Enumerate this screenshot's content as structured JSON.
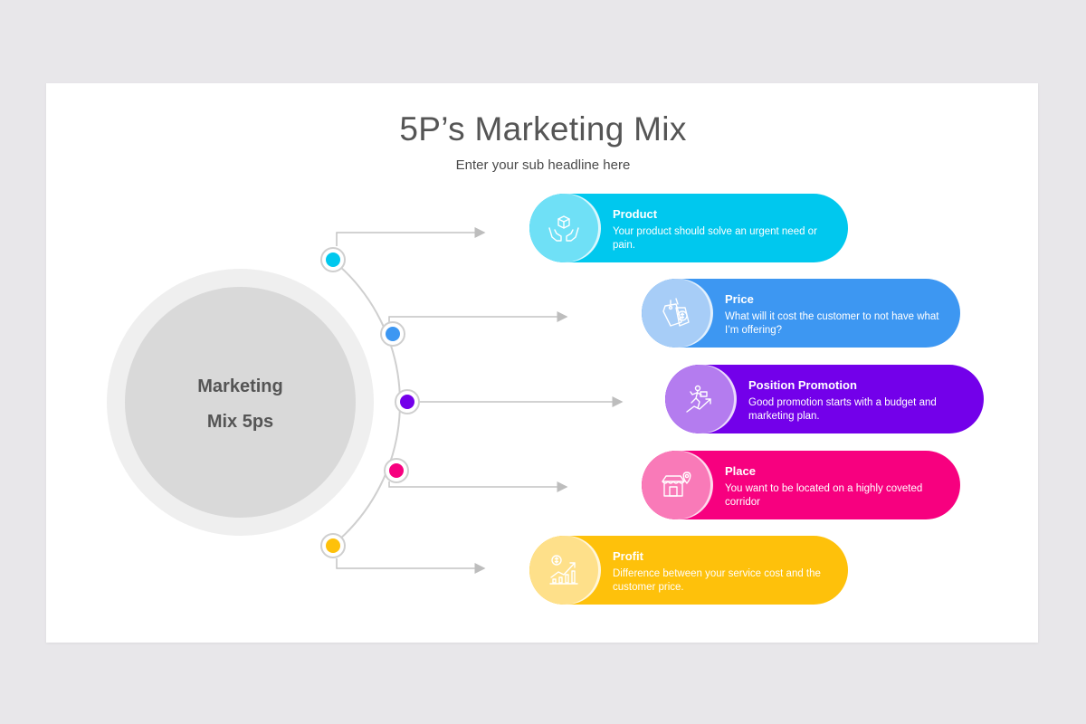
{
  "slide": {
    "title": "5P’s Marketing Mix",
    "subtitle": "Enter your sub headline here",
    "center": {
      "line1": "Marketing",
      "line2": "Mix 5ps"
    },
    "items": [
      {
        "title": "Product",
        "description": "Your product should solve an urgent need or pain.",
        "color": "#00c8ee",
        "icon": "box-hands-icon"
      },
      {
        "title": "Price",
        "description": "What will it cost the customer to not have what I’m offering?",
        "color": "#3d97f2",
        "icon": "price-tag-icon"
      },
      {
        "title": "Position Promotion",
        "description": "Good promotion starts with a budget and marketing plan.",
        "color": "#7300ea",
        "icon": "growth-runner-icon"
      },
      {
        "title": "Place",
        "description": "You want to be located on a highly coveted corridor",
        "color": "#f7007f",
        "icon": "store-location-icon"
      },
      {
        "title": "Profit",
        "description": "Difference between your service cost and the customer price.",
        "color": "#fec10b",
        "icon": "profit-chart-icon"
      }
    ]
  }
}
